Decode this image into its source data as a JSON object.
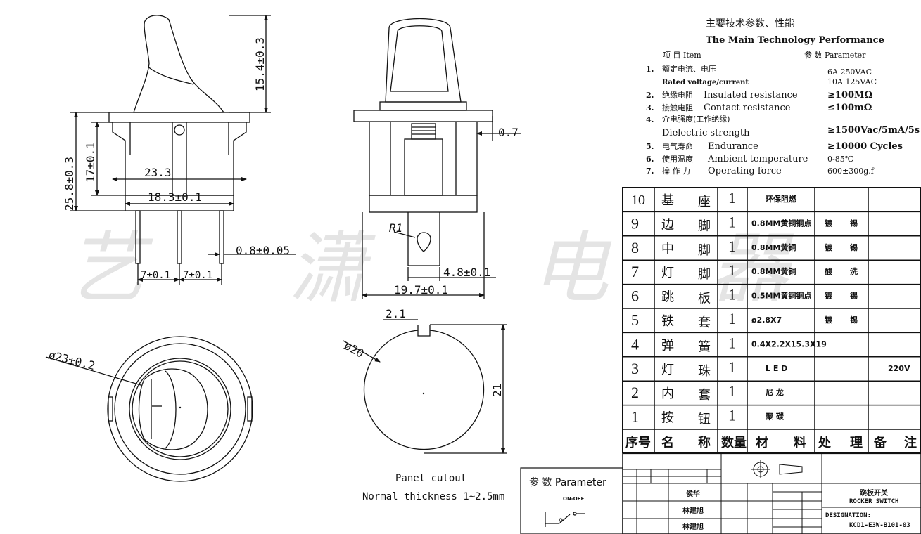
{
  "watermark": [
    "艺",
    "潇",
    "电",
    "器"
  ],
  "dims": {
    "h_knob": "15.4±0.3",
    "h_total": "25.8±0.3",
    "h_body": "17±0.1",
    "w_233": "23.3",
    "w_183": "18.3±0.1",
    "pin_w": "0.8±0.05",
    "pitch1": "7±0.1",
    "pitch2": "7±0.1",
    "side_07": "0.7",
    "r1": "R1",
    "tab": "4.8±0.1",
    "w_197": "19.7±0.1",
    "dia_23": "ø23±0.2",
    "dia_20": "ø20",
    "key_21": "2.1",
    "cut_21": "21"
  },
  "panel": {
    "title": "Panel cutout",
    "note": "Normal thickness 1~2.5mm"
  },
  "spec": {
    "title_cn": "主要技术参数、性能",
    "title_en": "The Main Technology Performance",
    "col_item": "项 目  Item",
    "col_param": "参 数  Parameter",
    "rows": [
      {
        "no": "1.",
        "cn": "额定电流、电压",
        "en": "Rated voltage/current",
        "val": "6A   250VAC",
        "val2": "10A   125VAC"
      },
      {
        "no": "2.",
        "cn": "绝缘电阻",
        "en": "Insulated resistance",
        "val": "≥100MΩ"
      },
      {
        "no": "3.",
        "cn": "接触电阻",
        "en": "Contact resistance",
        "val": "≤100mΩ"
      },
      {
        "no": "4.",
        "cn": "介电强度(工作绝缘)",
        "en": "Dielectric strength",
        "val": "≥1500Vac/5mA/5s"
      },
      {
        "no": "5.",
        "cn": "电气寿命",
        "en": "Endurance",
        "val": "≥10000 Cycles"
      },
      {
        "no": "6.",
        "cn": "使用温度",
        "en": "Ambient temperature",
        "val": "0-85℃"
      },
      {
        "no": "7.",
        "cn": "操 作 力",
        "en": "Operating force",
        "val": "600±300g.f"
      }
    ]
  },
  "bom": {
    "header": [
      "序号",
      "名",
      "称",
      "数量",
      "材",
      "料",
      "处",
      "理",
      "备",
      "注"
    ],
    "rows": [
      {
        "no": "10",
        "n1": "基",
        "n2": "座",
        "qty": "1",
        "mat": "环保阻燃",
        "t1": "",
        "t2": "",
        "note": ""
      },
      {
        "no": "9",
        "n1": "边",
        "n2": "脚",
        "qty": "1",
        "mat": "0.8MM黄铜铜点",
        "t1": "镀",
        "t2": "锡",
        "note": ""
      },
      {
        "no": "8",
        "n1": "中",
        "n2": "脚",
        "qty": "1",
        "mat": "0.8MM黄铜",
        "t1": "镀",
        "t2": "锡",
        "note": ""
      },
      {
        "no": "7",
        "n1": "灯",
        "n2": "脚",
        "qty": "1",
        "mat": "0.8MM黄铜",
        "t1": "酸",
        "t2": "洗",
        "note": ""
      },
      {
        "no": "6",
        "n1": "跳",
        "n2": "板",
        "qty": "1",
        "mat": "0.5MM黄铜铜点",
        "t1": "镀",
        "t2": "锡",
        "note": ""
      },
      {
        "no": "5",
        "n1": "铁",
        "n2": "套",
        "qty": "1",
        "mat": "ø2.8X7",
        "t1": "镀",
        "t2": "锡",
        "note": ""
      },
      {
        "no": "4",
        "n1": "弹",
        "n2": "簧",
        "qty": "1",
        "mat": "0.4X2.2X15.3X19",
        "t1": "",
        "t2": "",
        "note": ""
      },
      {
        "no": "3",
        "n1": "灯",
        "n2": "珠",
        "qty": "1",
        "mat": "L E D",
        "t1": "",
        "t2": "",
        "note": "220V"
      },
      {
        "no": "2",
        "n1": "内",
        "n2": "套",
        "qty": "1",
        "mat": "尼   龙",
        "t1": "",
        "t2": "",
        "note": ""
      },
      {
        "no": "1",
        "n1": "按",
        "n2": "钮",
        "qty": "1",
        "mat": "聚   碳",
        "t1": "",
        "t2": "",
        "note": ""
      }
    ]
  },
  "param_box": {
    "title": "参 数  Parameter",
    "onoff": "ON-OFF"
  },
  "title_block": {
    "drawn": "侯华",
    "checked": "林建旭",
    "approved": "林建旭",
    "name_cn": "跷板开关",
    "name_en": "ROCKER SWITCH",
    "designation": "DESIGNATION:",
    "part": "KCD1-E3W-B101-03"
  }
}
